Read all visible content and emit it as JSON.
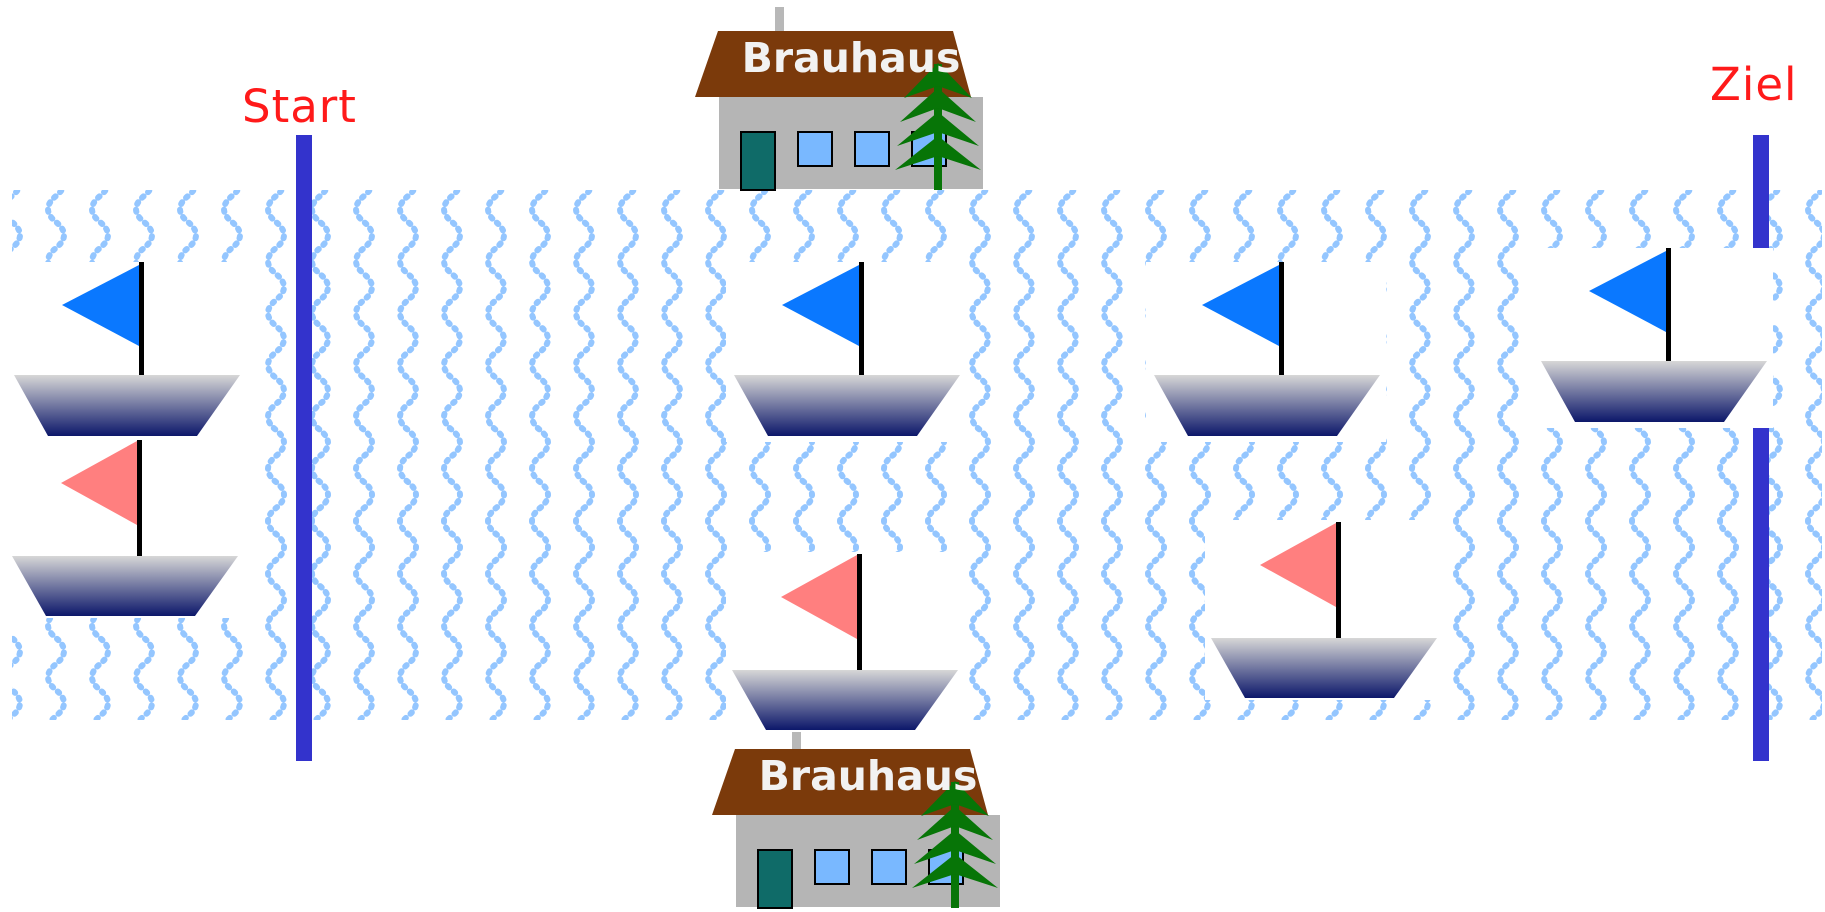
{
  "labels": {
    "start": "Start",
    "finish": "Ziel"
  },
  "buildings": {
    "top_sign": "Brauhaus",
    "bottom_sign": "Brauhaus"
  },
  "colors": {
    "river_wave": "#8fc3ff",
    "line": "#3333cc",
    "start_text": "#ff1a1a",
    "roof": "#7b3a0b",
    "wall": "#b5b5b5",
    "door": "#0f6b68",
    "window": "#79b8ff",
    "tree": "#077507",
    "blue_flag": "#0a78ff",
    "red_flag": "#ff7f7f",
    "hull_top": "#d7d7d7",
    "hull_bottom": "#0c176a"
  },
  "game": {
    "boats": [
      {
        "team": "blue",
        "icon": "blue-sailboat-icon"
      },
      {
        "team": "red",
        "icon": "red-sailboat-icon"
      },
      {
        "team": "blue",
        "icon": "blue-sailboat-icon"
      },
      {
        "team": "red",
        "icon": "red-sailboat-icon"
      },
      {
        "team": "blue",
        "icon": "blue-sailboat-icon"
      },
      {
        "team": "red",
        "icon": "red-sailboat-icon"
      },
      {
        "team": "blue",
        "icon": "blue-sailboat-icon"
      }
    ]
  }
}
